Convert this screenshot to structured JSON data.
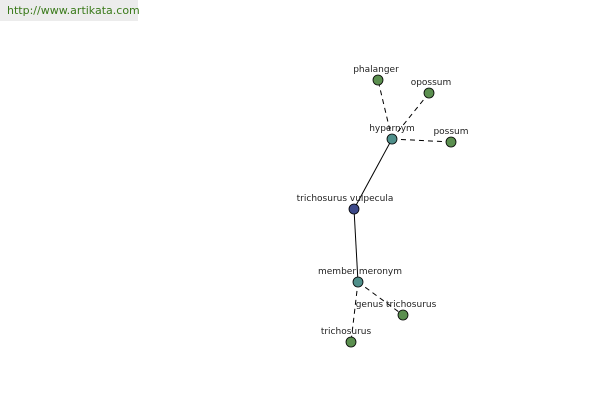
{
  "banner": {
    "url": "http://www.artikata.com"
  },
  "colors": {
    "leaf": "#5b8f4f",
    "relation": "#4f8f8a",
    "center": "#3e4a8a"
  },
  "graph": {
    "nodes": [
      {
        "id": "center",
        "label": "trichosurus vulpecula",
        "kind": "center"
      },
      {
        "id": "hypernym",
        "label": "hypernym",
        "kind": "relation"
      },
      {
        "id": "meronym",
        "label": "member meronym",
        "kind": "relation"
      },
      {
        "id": "phalanger",
        "label": "phalanger",
        "kind": "leaf"
      },
      {
        "id": "opossum",
        "label": "opossum",
        "kind": "leaf"
      },
      {
        "id": "possum",
        "label": "possum",
        "kind": "leaf"
      },
      {
        "id": "genus",
        "label": "genus trichosurus",
        "kind": "leaf"
      },
      {
        "id": "trichosurus",
        "label": "trichosurus",
        "kind": "leaf"
      }
    ],
    "edges": [
      {
        "from": "center",
        "to": "hypernym",
        "style": "solid"
      },
      {
        "from": "center",
        "to": "meronym",
        "style": "solid"
      },
      {
        "from": "hypernym",
        "to": "phalanger",
        "style": "dashed"
      },
      {
        "from": "hypernym",
        "to": "opossum",
        "style": "dashed"
      },
      {
        "from": "hypernym",
        "to": "possum",
        "style": "dashed"
      },
      {
        "from": "meronym",
        "to": "genus",
        "style": "dashed"
      },
      {
        "from": "meronym",
        "to": "trichosurus",
        "style": "dashed"
      }
    ]
  }
}
